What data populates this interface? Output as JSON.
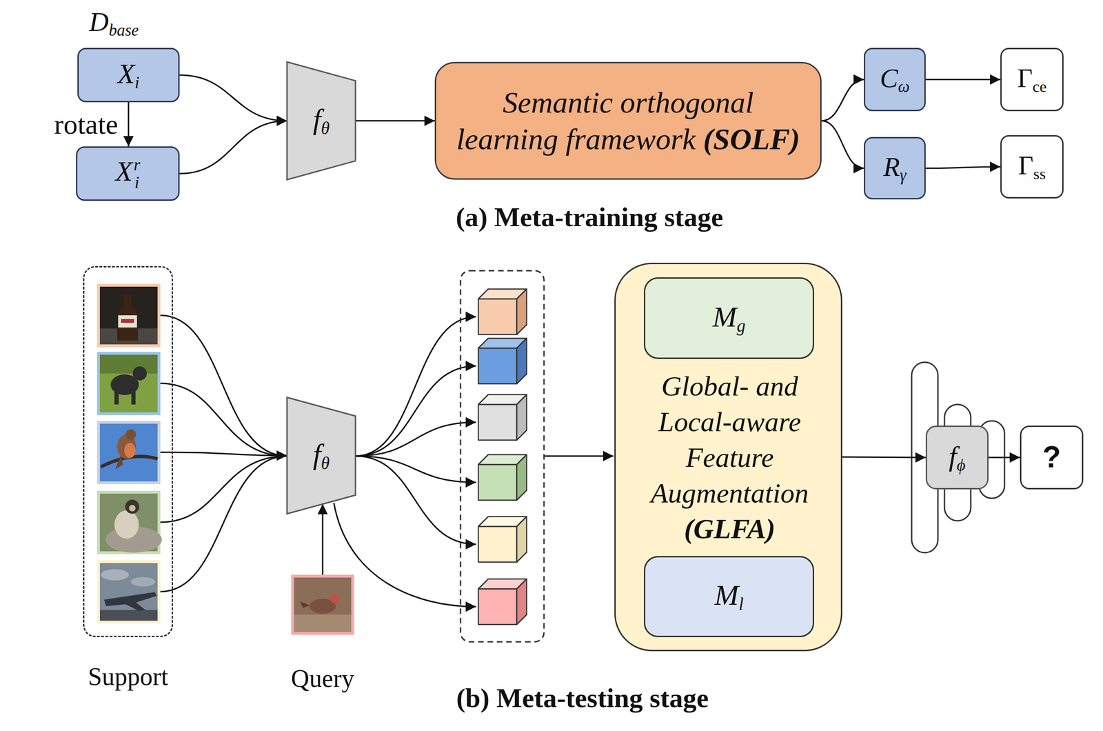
{
  "diagram": {
    "nodes": [
      {
        "text": [
          "Xi"
        ]
      },
      {
        "text": [
          "Xir"
        ]
      },
      {
        "text": [
          "fθ"
        ]
      },
      {
        "text": [
          "Semantic orthogonal learning framework (SOLF)"
        ]
      },
      {
        "text": [
          "Cω"
        ]
      },
      {
        "text": [
          "Rγ"
        ]
      },
      {
        "text": [
          "Γce"
        ]
      },
      {
        "text": [
          "Γss"
        ]
      },
      {
        "text": [
          "Support"
        ]
      },
      {
        "text": [
          "Query"
        ]
      },
      {
        "text": [
          "fθ"
        ]
      },
      {
        "text": [
          "Global- and Local-aware Feature Augmentation (GLFA)"
        ]
      },
      {
        "text": [
          "Mg"
        ],
        "in": 11
      },
      {
        "text": [
          "Ml"
        ],
        "in": 11
      },
      {
        "text": [
          "fϕ"
        ]
      },
      {
        "text": [
          "?"
        ]
      }
    ],
    "edges": [
      {
        "from": 0,
        "to": 1,
        "arrow": "to",
        "label": "rotate"
      },
      {
        "from": 0,
        "to": 2,
        "arrow": "to"
      },
      {
        "from": 1,
        "to": 2,
        "arrow": "to"
      },
      {
        "from": 2,
        "to": 3,
        "arrow": "to"
      },
      {
        "from": 3,
        "to": 4,
        "arrow": "to"
      },
      {
        "from": 3,
        "to": 5,
        "arrow": "to"
      },
      {
        "from": 4,
        "to": 6,
        "arrow": "to"
      },
      {
        "from": 5,
        "to": 7,
        "arrow": "to"
      },
      {
        "from": 8,
        "to": 10,
        "arrow": "to"
      },
      {
        "from": 9,
        "to": 10,
        "arrow": "to"
      },
      {
        "from": 11,
        "to": 14,
        "arrow": "to"
      },
      {
        "from": 14,
        "to": 15,
        "arrow": "to"
      }
    ],
    "labels": [
      "Dbase",
      "(a) Meta-training stage",
      "(b) Meta-testing stage"
    ]
  }
}
